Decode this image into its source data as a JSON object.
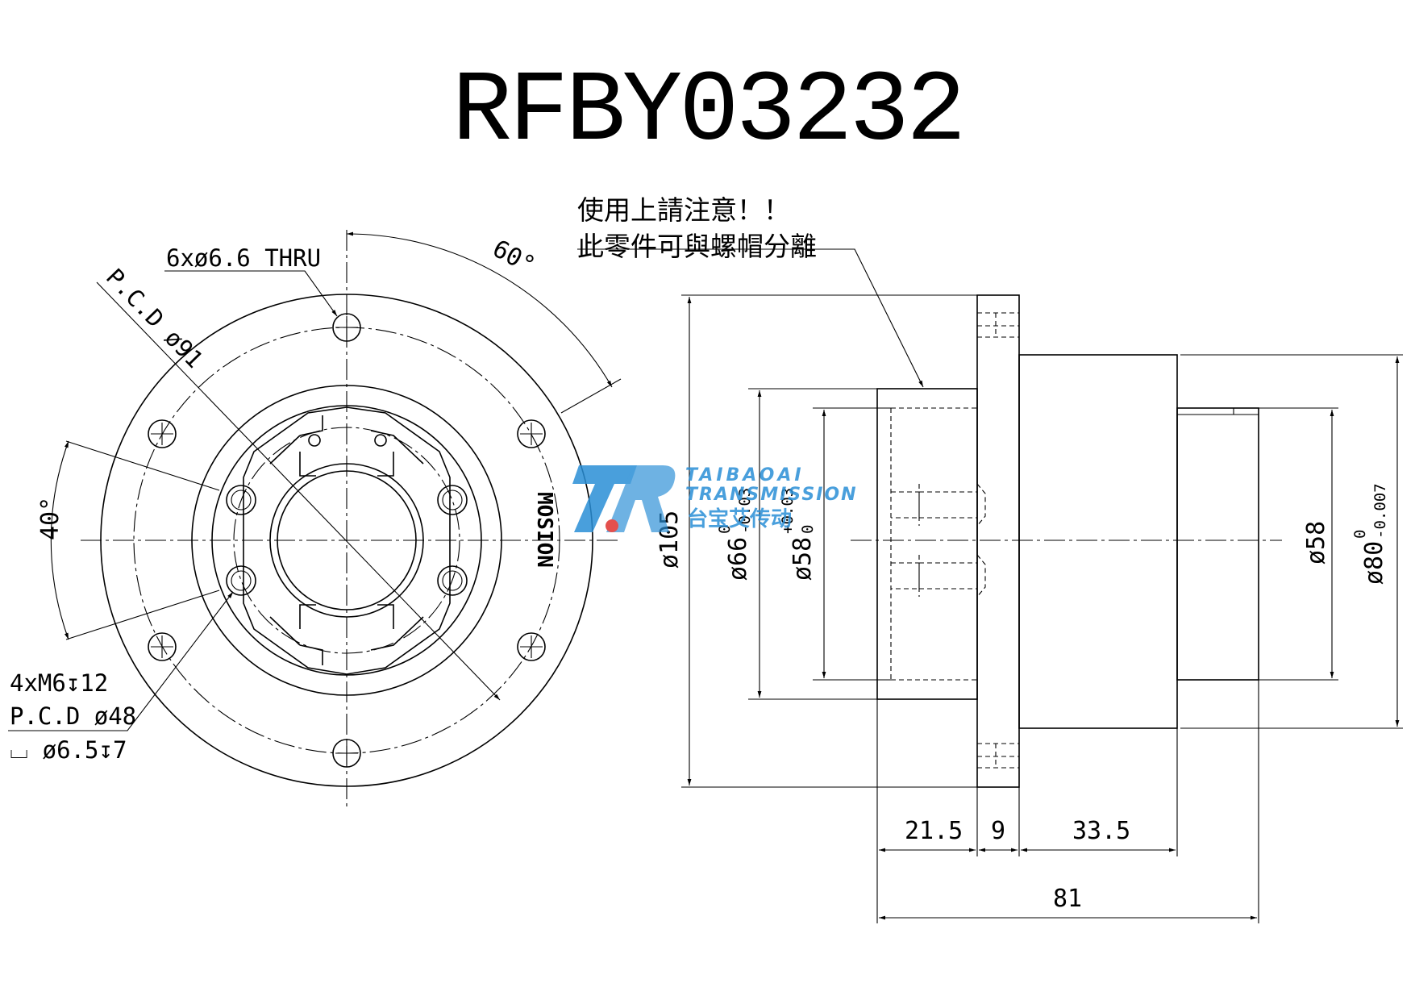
{
  "title": "RFBY03232",
  "notes": {
    "line1": "使用上請注意！！",
    "line2": "此零件可與螺帽分離"
  },
  "front_view": {
    "hole_callout": "6xø6.6 THRU",
    "pcd_main": "P.C.D ø91",
    "angle_60": "60°",
    "angle_40": "40°",
    "tap_line1": "4xM6↧12",
    "tap_line2": "P.C.D ø48",
    "tap_line3": "⌴ ø6.5↧7",
    "brand_mark": "MOSION"
  },
  "side_view": {
    "dia_105": "ø105",
    "dia_66": "ø66",
    "dia_66_tol_upper": "0",
    "dia_66_tol_lower": "-0.03",
    "dia_58_tol_label": "ø58",
    "dia_58_tol_upper": "+0.03",
    "dia_58_tol_lower": "0",
    "dia_58": "ø58",
    "dia_80": "ø80",
    "dia_80_tol_upper": "0",
    "dia_80_tol_lower": "-0.007",
    "len_21_5": "21.5",
    "len_9": "9",
    "len_33_5": "33.5",
    "len_81": "81"
  },
  "watermark": {
    "line1": "TAIBAOAI",
    "line2": "TRANSMISSION",
    "line3": "台宝艾传动",
    "logo": "TR"
  },
  "colors": {
    "ink": "#000000",
    "watermark_blue": "#2a8fd6",
    "watermark_red": "#e0322e"
  }
}
